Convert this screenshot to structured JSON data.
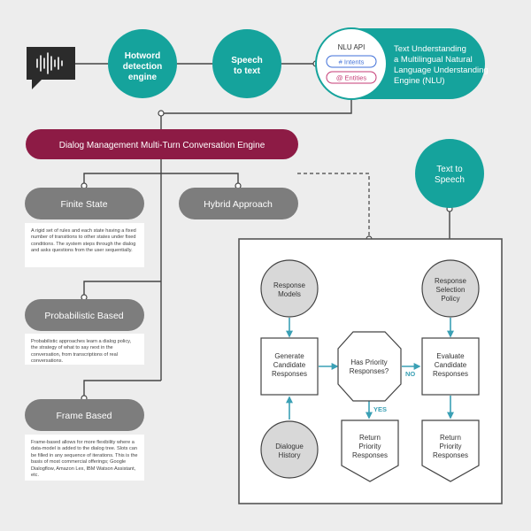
{
  "colors": {
    "teal": "#15a39c",
    "maroon": "#8d1b45",
    "gray_pill": "#7d7d7d",
    "light_gray_circle": "#d8d8d8",
    "arrow_teal": "#3aa0b5",
    "dark": "#333333",
    "background": "#ededed"
  },
  "top_flow": {
    "mic_icon": "sound-wave-speech-bubble-icon",
    "hotword": [
      "Hotword",
      "detection",
      "engine"
    ],
    "speech_to_text": [
      "Speech",
      "to text"
    ],
    "nlu_api_label": "NLU API",
    "intents_label": "# Intents",
    "entities_label": "@ Entities",
    "nlu_title": [
      "Text Understanding",
      "a Multilingual Natural",
      "Language Understanding",
      "Engine (NLU)"
    ]
  },
  "dialog_engine": "Dialog Management Multi-Turn Conversation Engine",
  "text_to_speech": [
    "Text to",
    "Speech"
  ],
  "approaches": [
    {
      "title": "Finite State",
      "description": "A rigid set of rules and each state having a fixed number of transitions to other states under fixed conditions. The system steps through the dialog and asks questions from the user sequentially."
    },
    {
      "title": "Probabilistic Based",
      "description": "Probabilistic approaches learn a dialog policy, the strategy of what to say next in the conversation, from transcriptions of real conversations."
    },
    {
      "title": "Frame Based",
      "description": "Frame-based allows for more flexibility where a data-model is added to the dialog tree. Slots can be filled in any sequence of iterations. This is the basis of most commercial offerings; Google Dialogflow, Amazon Lex, IBM Watson Assistant, etc."
    }
  ],
  "hybrid": "Hybrid Approach",
  "flowchart": {
    "response_models": [
      "Response",
      "Models"
    ],
    "response_selection_policy": [
      "Response",
      "Selection",
      "Policy"
    ],
    "generate_candidate": [
      "Generate",
      "Candidate",
      "Responses"
    ],
    "has_priority": [
      "Has Priority",
      "Responses?"
    ],
    "evaluate_candidate": [
      "Evaluate",
      "Candidate",
      "Responses"
    ],
    "dialogue_history": [
      "Dialogue",
      "History"
    ],
    "return_priority_left": [
      "Return",
      "Priority",
      "Responses"
    ],
    "return_priority_right": [
      "Return",
      "Priority",
      "Responses"
    ],
    "yes_label": "YES",
    "no_label": "NO"
  }
}
